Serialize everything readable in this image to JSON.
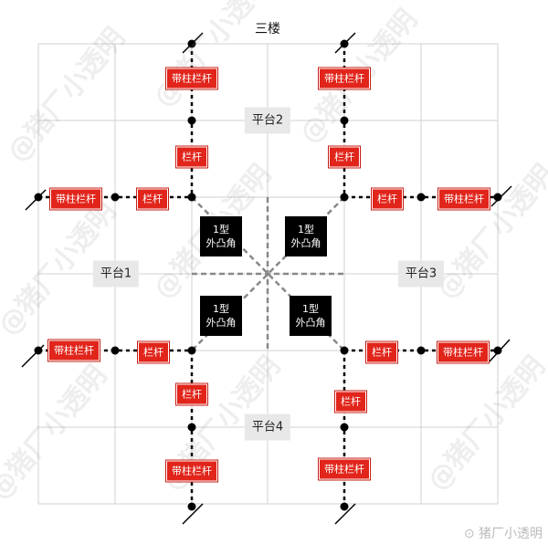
{
  "title": "三楼",
  "platforms": {
    "p1": "平台1",
    "p2": "平台2",
    "p3": "平台3",
    "p4": "平台4"
  },
  "labels": {
    "post_railing": "带柱栏杆",
    "railing": "栏杆",
    "corner_line1": "1型",
    "corner_line2": "外凸角"
  },
  "watermark": {
    "handle": "@猪厂小透明",
    "signature": "猪厂小透明"
  },
  "colors": {
    "red": "#e1251b",
    "black": "#000000",
    "grid": "#d0d0d0",
    "dash": "#888888"
  }
}
